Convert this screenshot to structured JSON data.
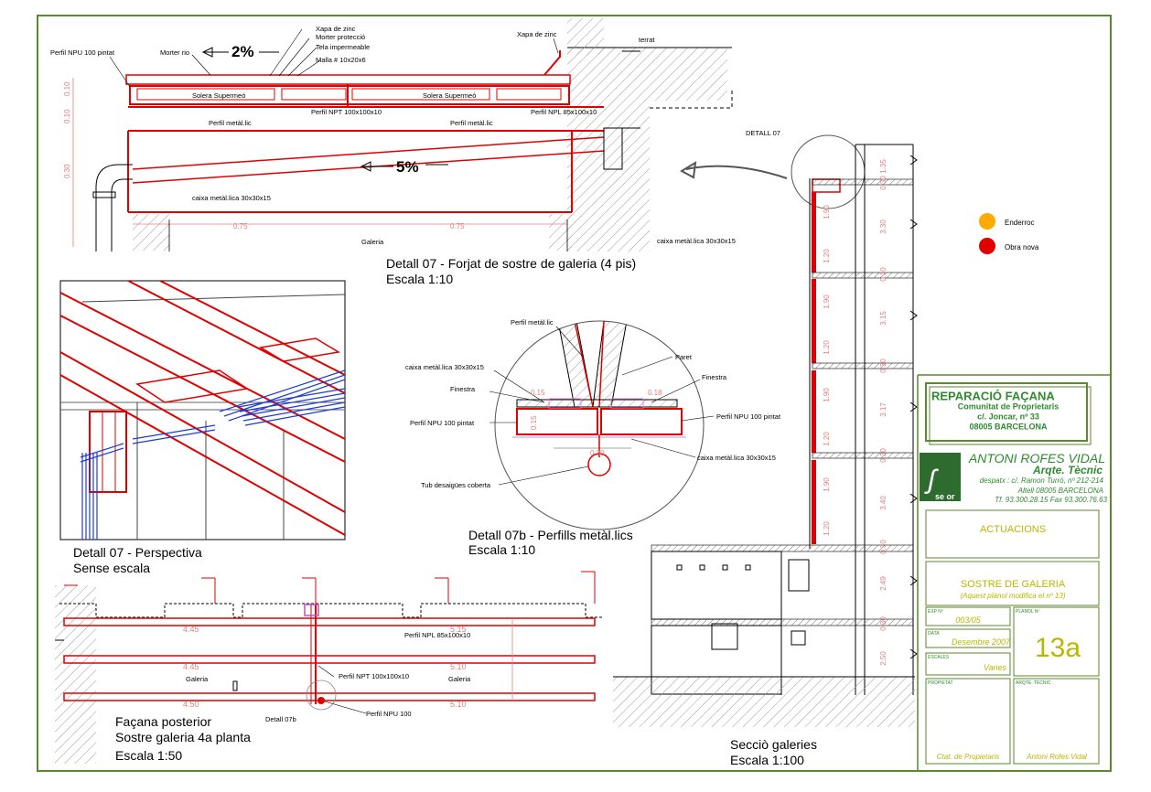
{
  "colors": {
    "frame": "#5a8a2a",
    "red": "#e00000",
    "blue": "#1a3bd6",
    "hatch": "#a0a0a0",
    "green_title": "#2e8b2e",
    "olive": "#b8b800",
    "orange": "#ffaa00"
  },
  "detail07": {
    "labels": {
      "xapa_zinc_1": "Xapa de zinc",
      "morter_proteccio": "Morter protecció",
      "tela": "Tela impermeable",
      "malla": "Malla # 10x20x6",
      "xapa_zinc_2": "Xapa de zinc",
      "terrat": "terrat",
      "perfil_npu": "Perfil NPU 100 pintat",
      "morter_rio": "Morter rio",
      "slope_top": "2%",
      "solera_1": "Solera Supermeó",
      "solera_2": "Solera Supermeó",
      "perfil_npt": "Perfil NPT 100x100x10",
      "perfil_npl": "Perfil NPL 85x100x10",
      "metalic_1": "Perfil metàl.lic",
      "metalic_2": "Perfil metàl.lic",
      "slope_bottom": "5%",
      "caixa_1": "caixa metàl.lica 30x30x15",
      "caixa_2": "caixa metàl.lica 30x30x15",
      "dim_075_1": "0.75",
      "dim_075_2": "0.75",
      "galeria": "Galeria",
      "dim_010a": "0.10",
      "dim_010b": "0.10",
      "dim_030": "0.30",
      "detall_tag": "DETALL 07"
    },
    "title": "Detall 07 - Forjat de sostre de galeria (4 pis)",
    "scale": "Escala 1:10"
  },
  "perspective": {
    "title": "Detall 07 - Perspectiva",
    "scale": "Sense escala"
  },
  "detail07b": {
    "labels": {
      "perfil_metalic": "Perfil metàl.lic",
      "paret": "Paret",
      "caixa_a": "caixa metàl.lica 30x30x15",
      "finestra_l": "Finestra",
      "finestra_r": "Finestra",
      "npu_l": "Perfil NPU 100 pintat",
      "npu_r": "Perfil NPU 100 pintat",
      "caixa_b": "caixa metàl.lica 30x30x15",
      "tub": "Tub desaigües coberta",
      "dim_015a": "0.15",
      "dim_015b": "0.15",
      "dim_018": "0.18",
      "dim_030": "0.30"
    },
    "title": "Detall 07b - Perfills metàl.lics",
    "scale": "Escala 1:10"
  },
  "facana": {
    "labels": {
      "npl": "Perfil NPL 85x100x10",
      "npt": "Perfil NPT 100x100x10",
      "npu": "Perfil NPU 100",
      "galeria_l": "Galeria",
      "galeria_r": "Galeria",
      "detall07b": "Detall 07b",
      "dim_445a": "4.45",
      "dim_515": "5.15",
      "dim_445b": "4.45",
      "dim_510a": "5.10",
      "dim_450": "4.50",
      "dim_510b": "5.10"
    },
    "title": "Façana posterior",
    "subtitle": "Sostre galeria 4a planta",
    "scale": "Escala 1:50"
  },
  "seccio": {
    "title": "Secciò galeries",
    "scale": "Escala 1:100",
    "dims_right": [
      "1.35",
      "0.30",
      "3.30",
      "0.30",
      "3.15",
      "0.30",
      "3.17",
      "0.30",
      "3.40",
      "0.30",
      "2.49",
      "0.30",
      "2.50"
    ],
    "dims_left": [
      "1.90",
      "1.20",
      "1.90",
      "1.20",
      "1.90",
      "1.20",
      "1.90",
      "1.20"
    ]
  },
  "legend": {
    "demolition": "Enderroc",
    "new_work": "Obra nova"
  },
  "title_block": {
    "project": "REPARACIÓ FAÇANA",
    "client_line1": "Comunitat de Proprietaris",
    "client_line2": "c/. Joncar, nº 33",
    "client_line3": "08005  BARCELONA",
    "architect": "ANTONI ROFES VIDAL",
    "architect_role": "Arqte. Tècnic",
    "address1": "despatx : c/. Ramon Turró, nº 212-214",
    "address2": "Altell 08005 BARCELONA",
    "phones": "Tf. 93.300.28.15  Fax 93.300.76.63",
    "logo_text": "se or",
    "actuacions": "ACTUACIONS",
    "sheet_title": "SOSTRE DE GALERIA",
    "sheet_note": "(Aquest plànol modifica el nº 13)",
    "exp_label": "EXP Nº",
    "exp_value": "003/05",
    "plan_label": "PLANOL Nº",
    "plan_value": "13a",
    "date_label": "DATA",
    "date_value": "Desembre 2007",
    "scales_label": "ESCALES",
    "scales_value": "Varies",
    "owner_label": "PROPIETAT",
    "owner_value": "Ctat. de Propietaris",
    "tech_label": "ARQTE. TÈCNIC",
    "tech_value": "Antoni Rofes Vidal"
  }
}
